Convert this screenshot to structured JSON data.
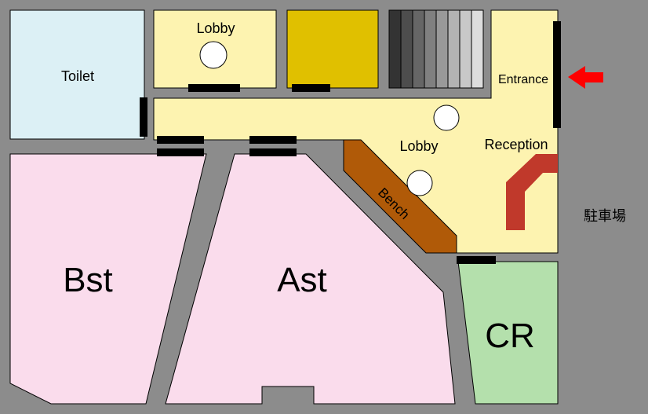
{
  "rooms": {
    "toilet": "Toilet",
    "lobby_top": "Lobby",
    "lobby_main": "Lobby",
    "entrance": "Entrance",
    "reception": "Reception",
    "bench": "Bench",
    "bst": "Bst",
    "ast": "Ast",
    "cr": "CR",
    "parking": "駐車場"
  },
  "colors": {
    "background": "#8c8c8c",
    "toilet": "#dcf0f5",
    "lobby": "#fdf3b0",
    "storage": "#e0c000",
    "room_pink": "#fadcec",
    "cr": "#b4e0ac",
    "bench": "#b05a08",
    "reception_counter": "#c0392b",
    "entrance_arrow": "#ff0000",
    "door": "#000000"
  },
  "stairs": {
    "shades": [
      "#333333",
      "#4d4d4d",
      "#666666",
      "#808080",
      "#999999",
      "#b3b3b3",
      "#c8c8c8",
      "#dddddd"
    ]
  },
  "icons": {
    "entrance_arrow": "arrow-left-icon",
    "pillar": "circle-pillar-icon"
  }
}
